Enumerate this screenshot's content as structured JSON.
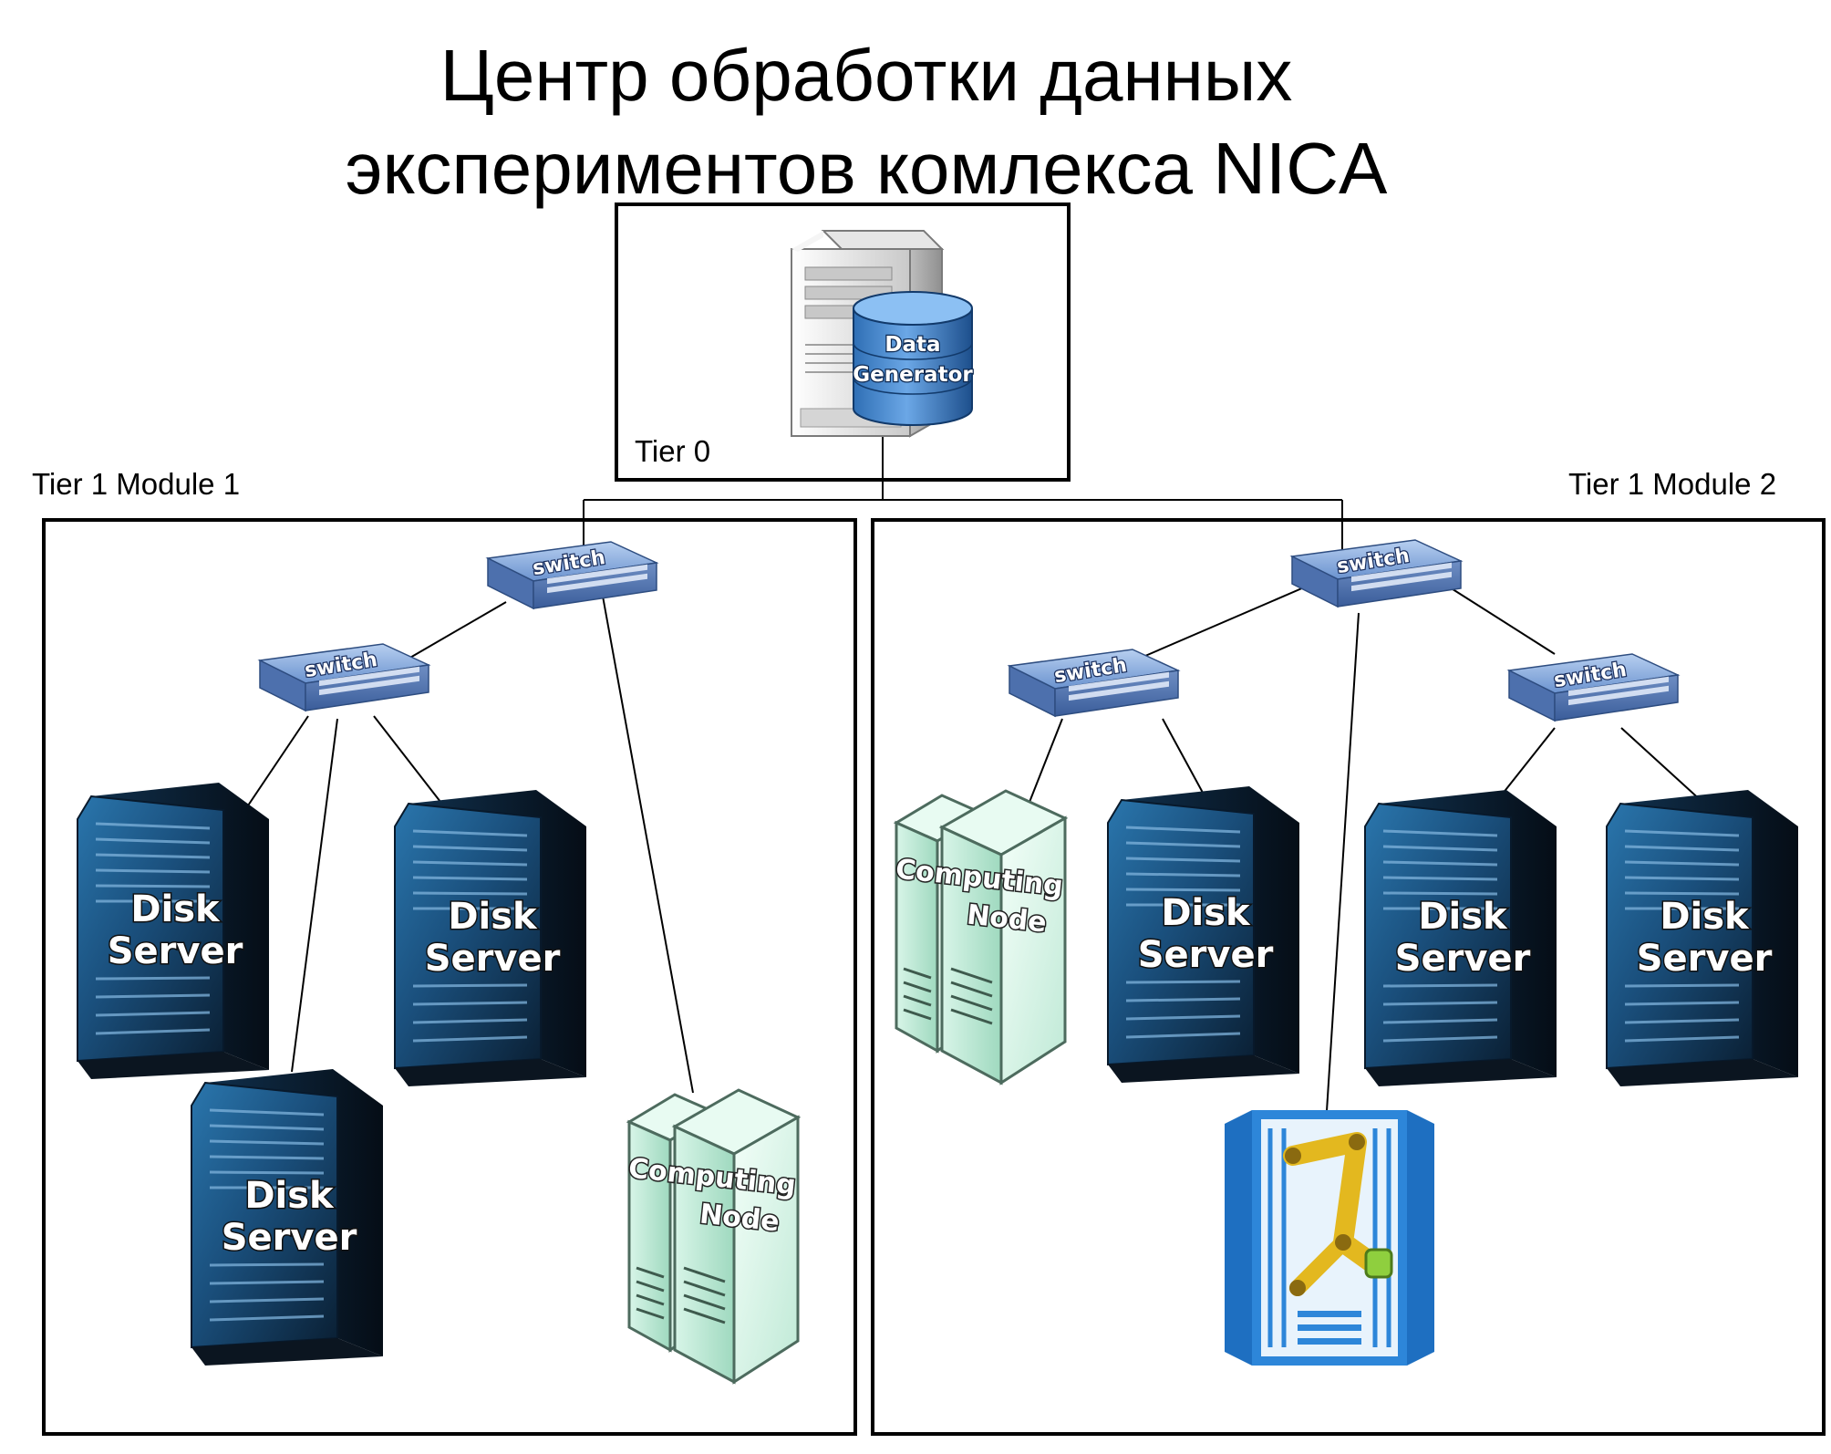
{
  "title": {
    "line1": "Центр обработки данных",
    "line2": "экспериментов комлекса NICA"
  },
  "tiers": {
    "tier0": "Tier 0",
    "module1": "Tier 1 Module 1",
    "module2": "Tier 1 Module 2"
  },
  "devices": {
    "data_generator": [
      "Data",
      "Generator"
    ],
    "switch": "switch",
    "disk_server": [
      "Disk",
      "Server"
    ],
    "computing_node": [
      "Computing",
      "Node"
    ]
  }
}
